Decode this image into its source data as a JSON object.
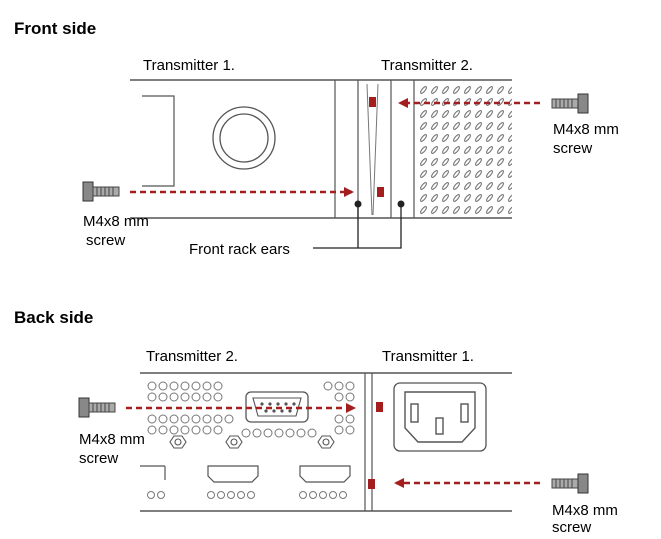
{
  "front": {
    "heading": "Front side",
    "transmitter_left": "Transmitter 1.",
    "transmitter_right": "Transmitter 2.",
    "screw_right_line1": "M4x8 mm",
    "screw_right_line2": "screw",
    "screw_left_line1": "M4x8 mm",
    "screw_left_line2": "screw",
    "ears_label": "Front rack ears"
  },
  "back": {
    "heading": "Back side",
    "transmitter_left": "Transmitter 2.",
    "transmitter_right": "Transmitter 1.",
    "screw_left_line1": "M4x8 mm",
    "screw_left_line2": "screw",
    "screw_right_line1": "M4x8 mm",
    "screw_right_line2": "screw"
  },
  "colors": {
    "accent": "#a31f1f",
    "line": "#333333",
    "outline": "#555555"
  }
}
